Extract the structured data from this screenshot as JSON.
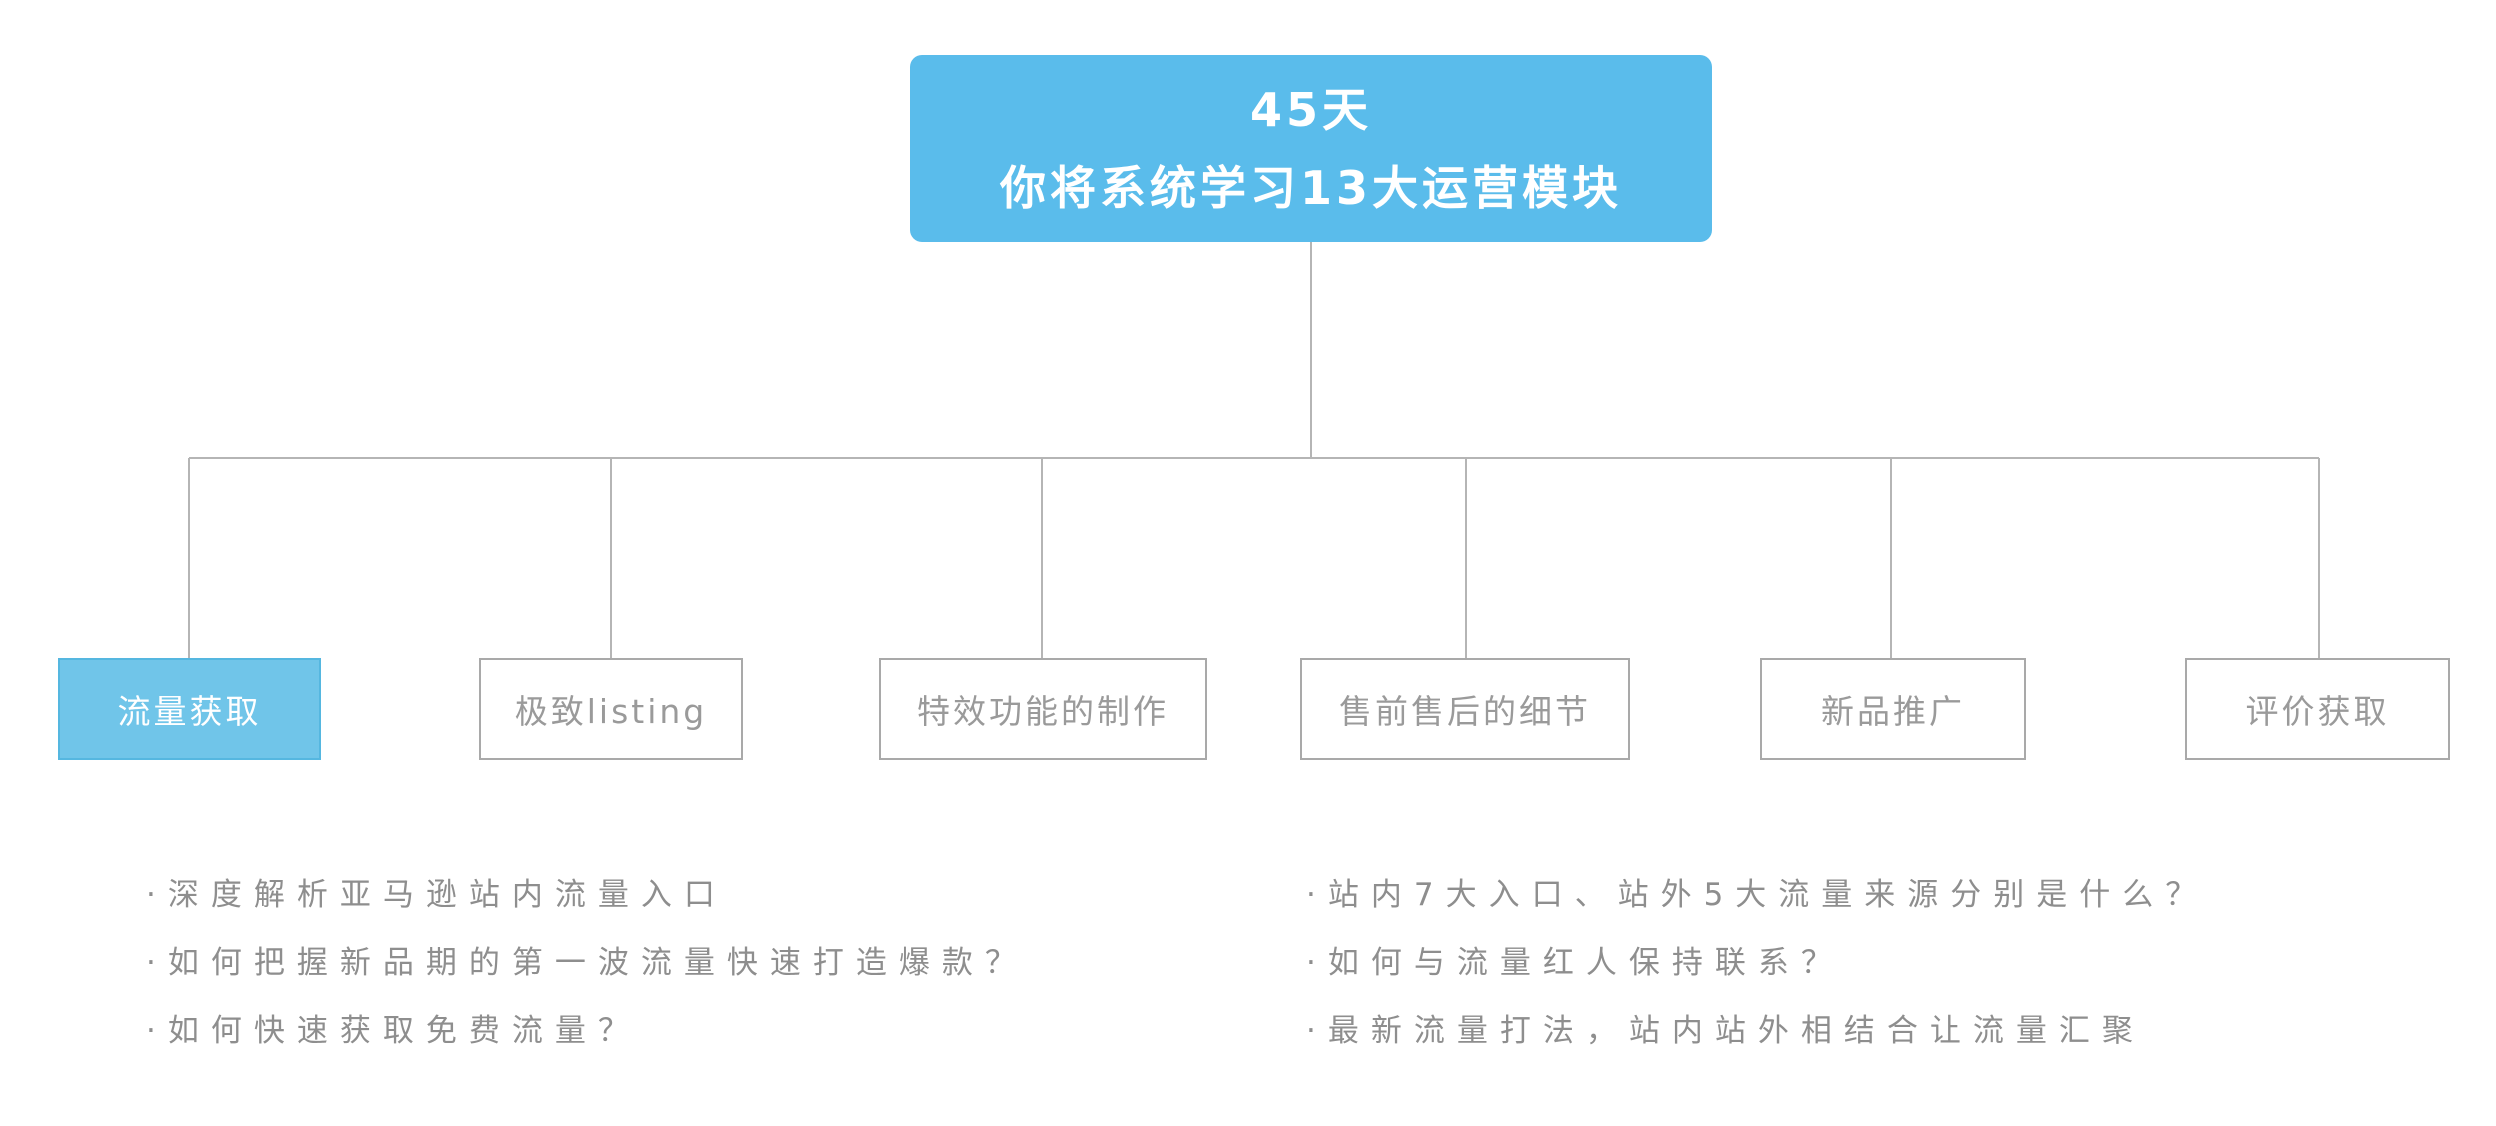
{
  "header": {
    "line1": "45天",
    "line2": "你将系统学习13大运营模块"
  },
  "modules": [
    {
      "label": "流量获取",
      "active": true
    },
    {
      "label": "极致listing",
      "active": false
    },
    {
      "label": "特效功能的制作",
      "active": false
    },
    {
      "label": "售前售后的细节",
      "active": false
    },
    {
      "label": "新品推广",
      "active": false
    },
    {
      "label": "评价获取",
      "active": false
    }
  ],
  "details": {
    "left": [
      "·深度解析亚马逊站内流量入口",
      "·如何把握新品期的第一波流量快速打造爆款？",
      "·如何快速获取免费流量？"
    ],
    "right": [
      "·站内7大入口、站外5大流量来源分别是什么？",
      "·如何与流量红人保持联系？",
      "·最新流量打法，站内站外相结合让流量汇聚"
    ]
  },
  "colors": {
    "header-bg": "#5abceb",
    "active-bg": "#70c5e9",
    "active-border": "#55b7e0",
    "node-border": "#a9a9a9",
    "node-text": "#9a9a9a",
    "line": "#b5b5b5",
    "bullet-text": "#8e8e8e"
  }
}
